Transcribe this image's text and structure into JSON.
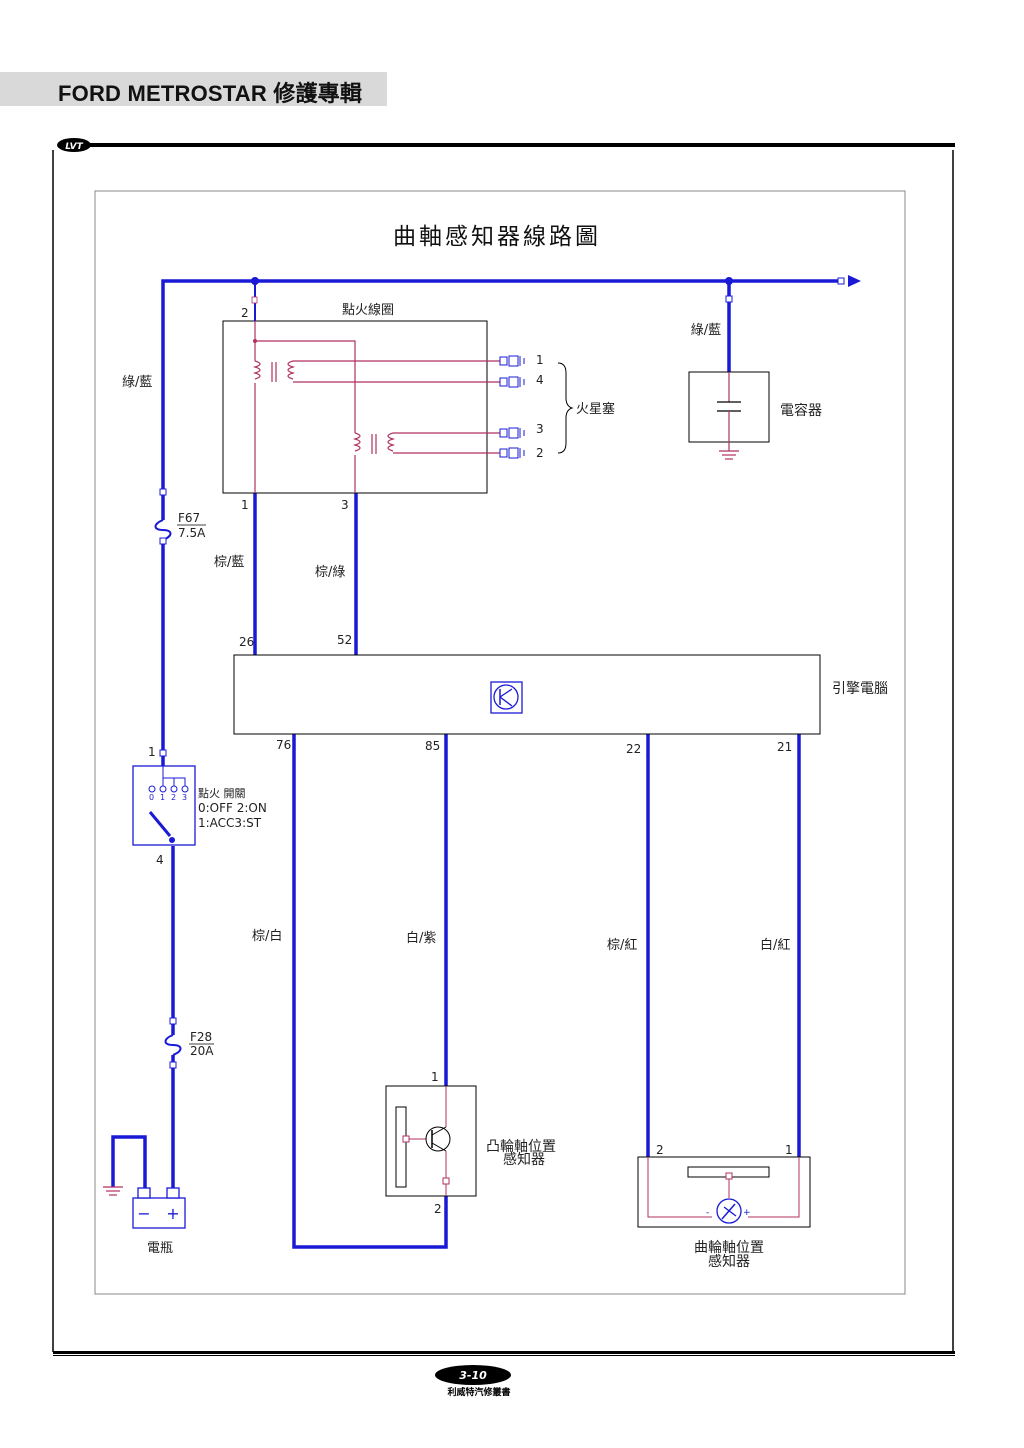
{
  "header": {
    "title": "FORD METROSTAR 修護專輯",
    "logo_text": "LVT"
  },
  "diagram": {
    "title": "曲軸感知器線路圖",
    "components": {
      "ignition_coil": "點火線圈",
      "spark_plugs": "火星塞",
      "capacitor": "電容器",
      "ecu": "引擎電腦",
      "ignition_switch": "點火 開關",
      "switch_legend_1": "0:OFF  2:ON",
      "switch_legend_2": "1:ACC3:ST",
      "battery": "電瓶",
      "cam_sensor_1": "凸輪軸位置",
      "cam_sensor_2": "感知器",
      "crank_sensor_1": "曲輪軸位置",
      "crank_sensor_2": "感知器"
    },
    "fuses": {
      "f67_name": "F67",
      "f67_rating": "7.5A",
      "f28_name": "F28",
      "f28_rating": "20A"
    },
    "wires": {
      "left_main": "綠/藍",
      "cap_feed": "綠/藍",
      "coil_pin1": "棕/藍",
      "coil_pin3": "棕/綠",
      "ecu_76": "棕/白",
      "ecu_85": "白/紫",
      "ecu_22": "棕/紅",
      "ecu_21": "白/紅"
    },
    "pins": {
      "coil_top": "2",
      "coil_bot_left": "1",
      "coil_bot_right": "3",
      "plug_1": "1",
      "plug_4": "4",
      "plug_3": "3",
      "plug_2": "2",
      "ecu_26": "26",
      "ecu_52": "52",
      "ecu_76": "76",
      "ecu_85": "85",
      "ecu_22": "22",
      "ecu_21": "21",
      "switch_top": "1",
      "switch_bot": "4",
      "switch_positions": [
        "0",
        "1",
        "2",
        "3"
      ],
      "cam_top": "1",
      "cam_bot": "2",
      "crank_left": "2",
      "crank_right": "1"
    },
    "battery_terminals": {
      "neg": "−",
      "pos": "+"
    },
    "colors": {
      "wire": "#1a1ad6",
      "internal": "#b03060",
      "frame": "#000000"
    }
  },
  "footer": {
    "page_number": "3-10",
    "publisher": "利威特汽修叢書"
  }
}
